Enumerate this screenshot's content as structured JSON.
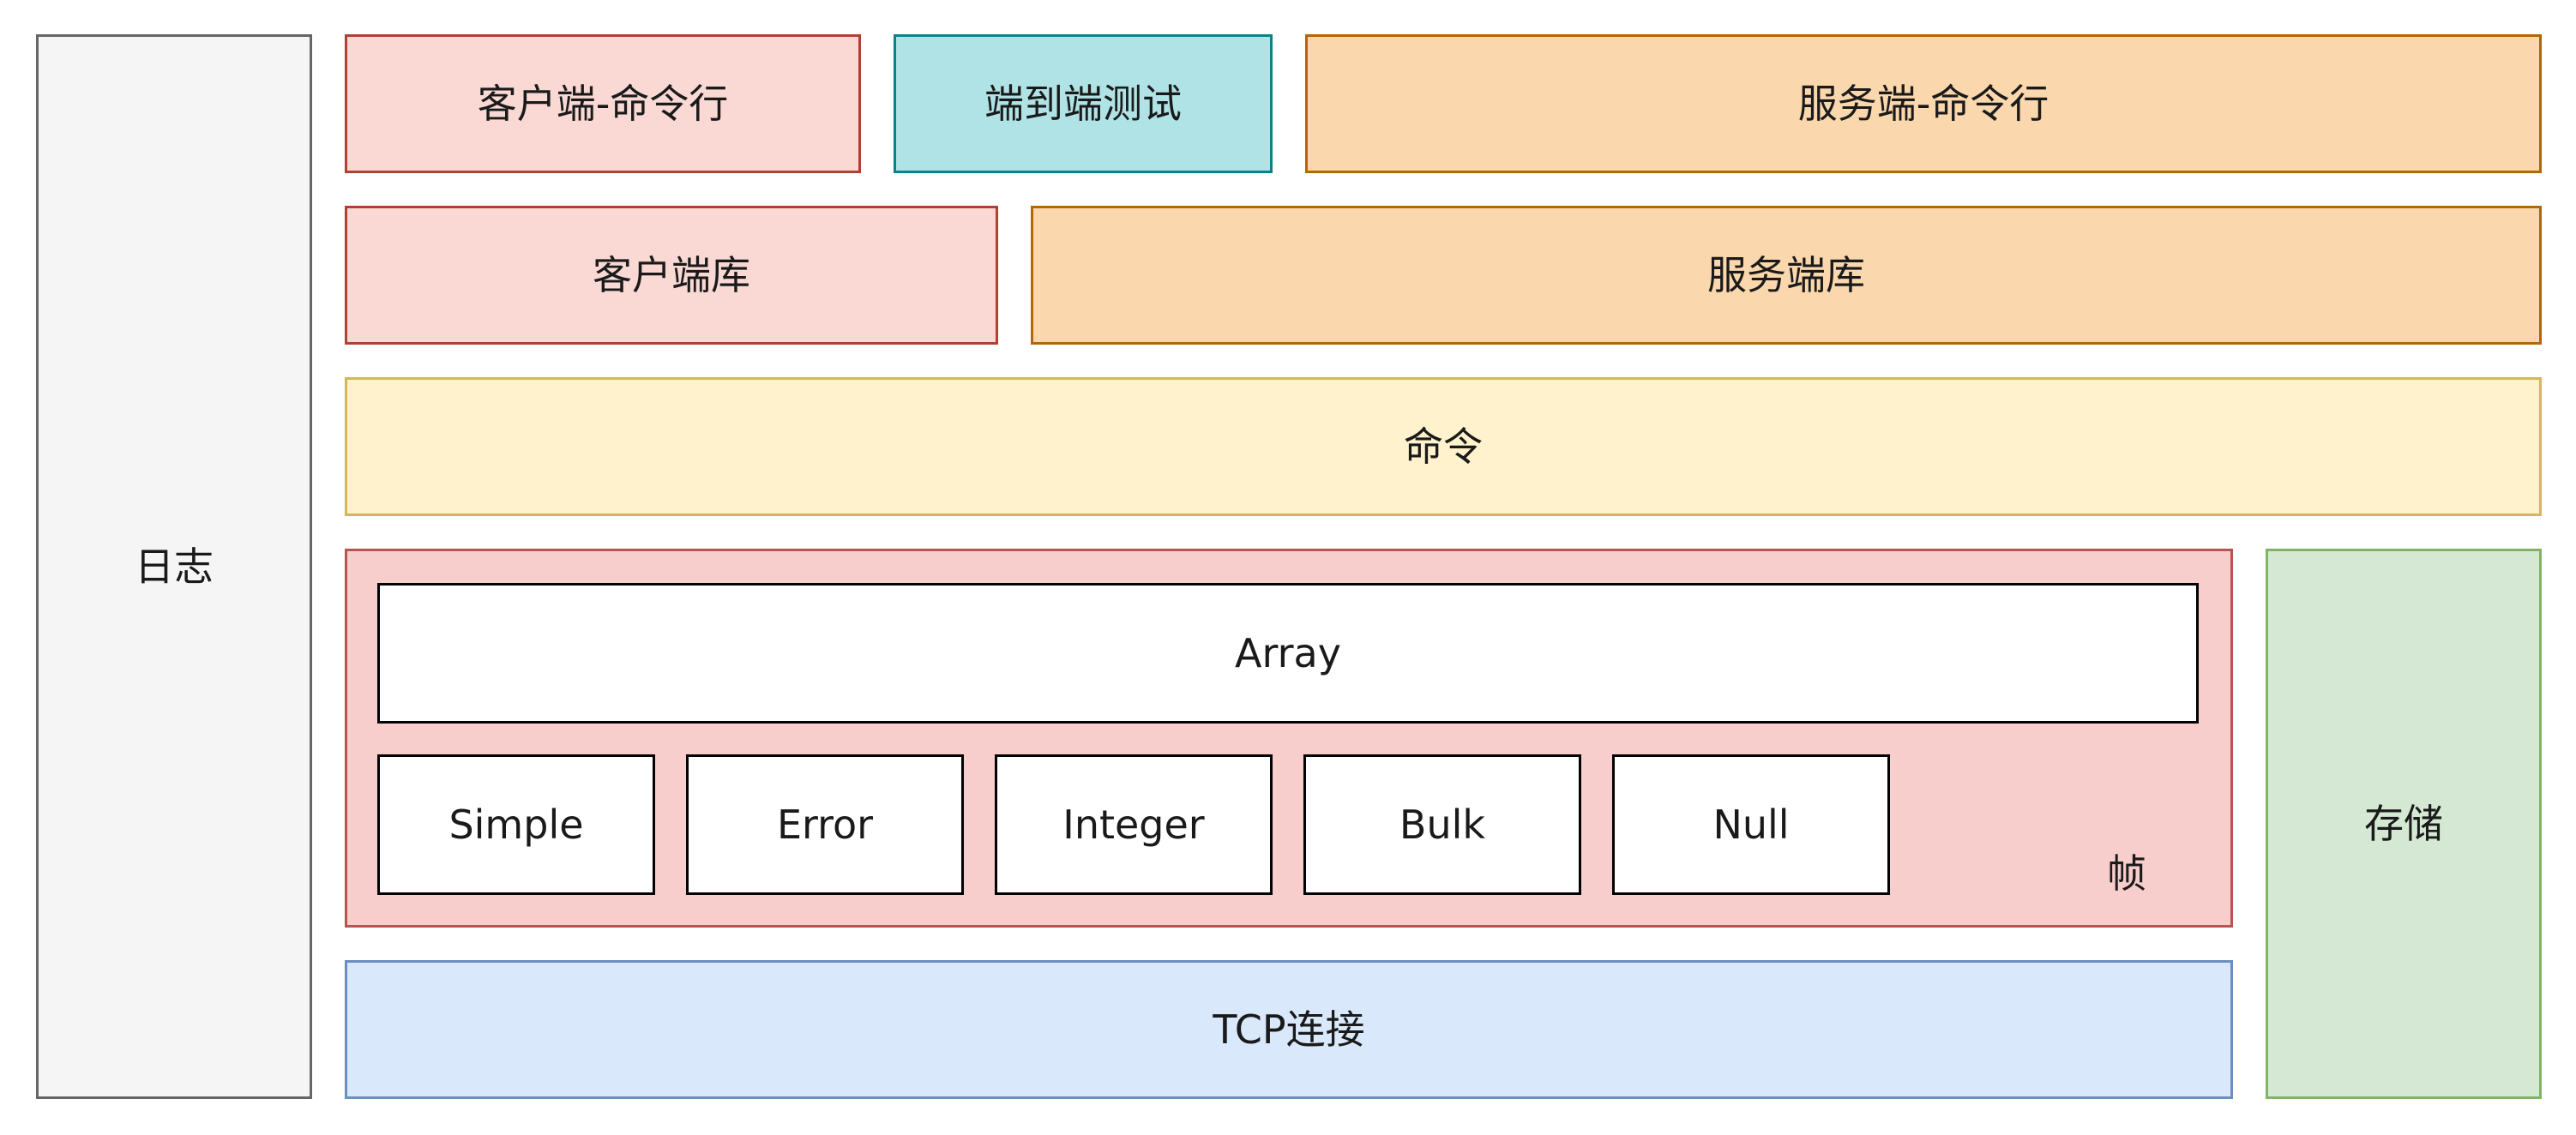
{
  "diagram": {
    "log": {
      "label": "日志",
      "fill": "#f5f5f5",
      "stroke": "#666666"
    },
    "client_cli": {
      "label": "客户端-命令行",
      "fill": "#fad9d5",
      "stroke": "#ae4132"
    },
    "e2e_test": {
      "label": "端到端测试",
      "fill": "#b0e3e6",
      "stroke": "#0e8088"
    },
    "server_cli": {
      "label": "服务端-命令行",
      "fill": "#fad7ac",
      "stroke": "#b46504"
    },
    "client_lib": {
      "label": "客户端库",
      "fill": "#fad9d5",
      "stroke": "#ae4132"
    },
    "server_lib": {
      "label": "服务端库",
      "fill": "#fad7ac",
      "stroke": "#b46504"
    },
    "command": {
      "label": "命令",
      "fill": "#fff2cc",
      "stroke": "#d6b656"
    },
    "frame": {
      "label": "帧",
      "fill": "#f8cecc",
      "stroke": "#b85450",
      "array": {
        "label": "Array"
      },
      "types": [
        {
          "label": "Simple"
        },
        {
          "label": "Error"
        },
        {
          "label": "Integer"
        },
        {
          "label": "Bulk"
        },
        {
          "label": "Null"
        }
      ],
      "inner_fill": "#ffffff",
      "inner_stroke": "#000000"
    },
    "storage": {
      "label": "存储",
      "fill": "#d5e8d4",
      "stroke": "#82b366"
    },
    "tcp": {
      "label": "TCP连接",
      "fill": "#dae8fc",
      "stroke": "#6c8ebf"
    }
  }
}
